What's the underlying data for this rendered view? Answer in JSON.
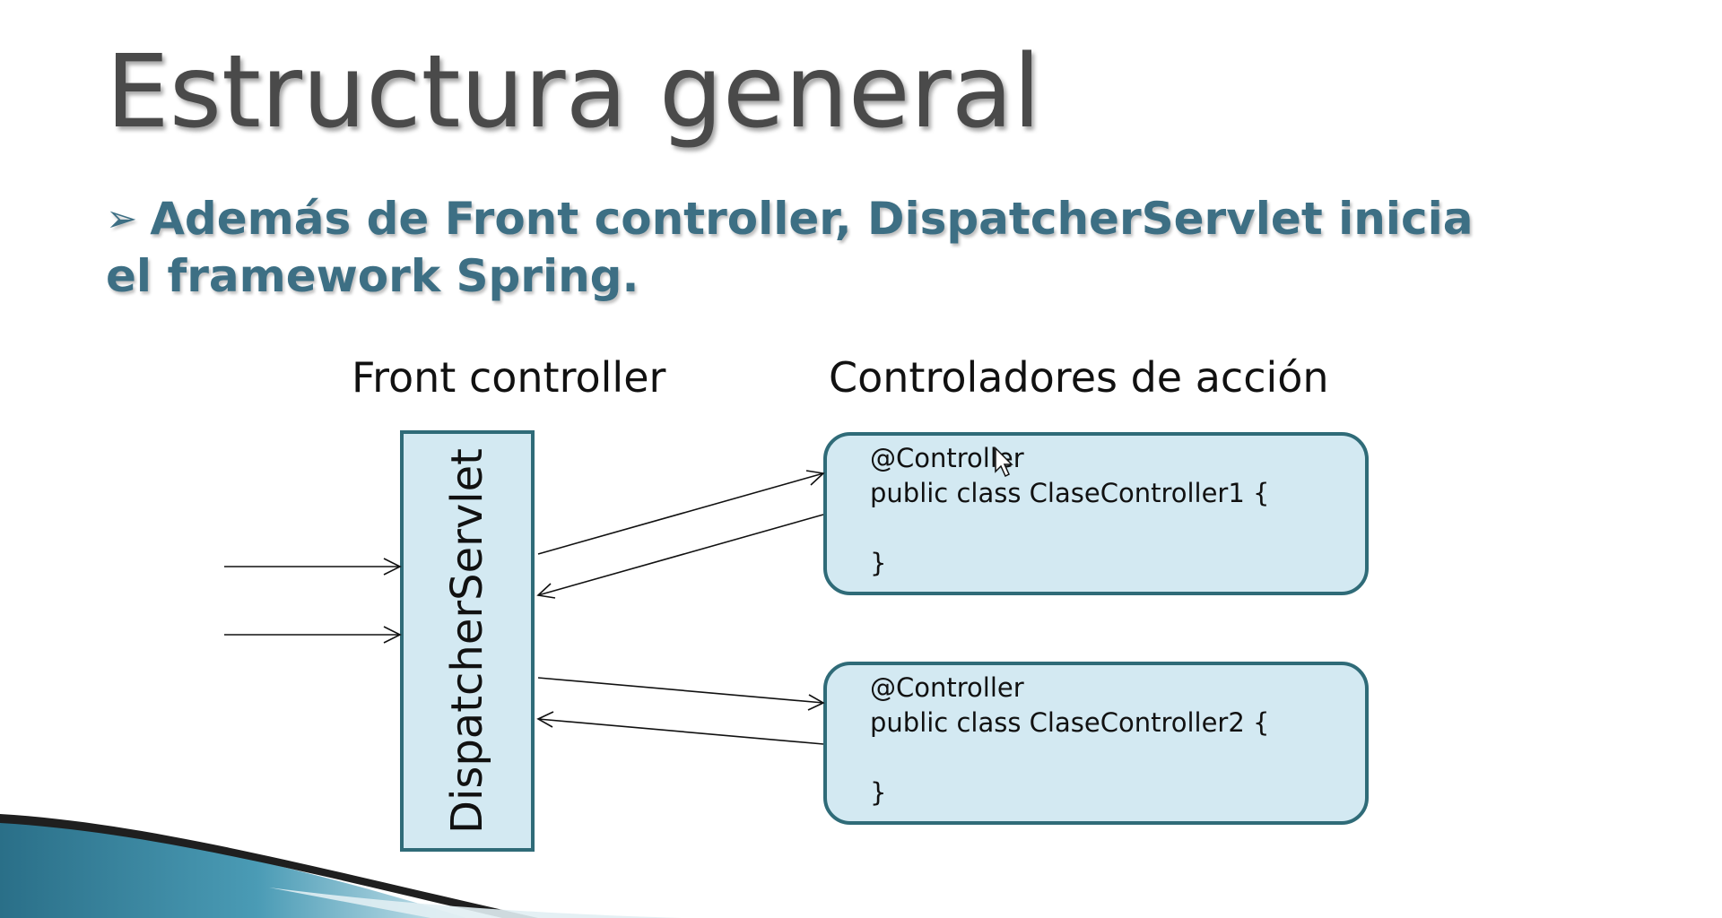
{
  "slide": {
    "title": "Estructura general",
    "bullet_marker": "➢",
    "bullet_text": "Además de Front controller, DispatcherServlet inicia el framework Spring."
  },
  "diagram": {
    "front_label": "Front controller",
    "action_label": "Controladores de acción",
    "servlet_label": "DispatcherServlet",
    "controllers": [
      {
        "annotation": "@Controller",
        "declaration": "public class ClaseController1 {",
        "closing": "}"
      },
      {
        "annotation": "@Controller",
        "declaration": "public class ClaseController2 {",
        "closing": "}"
      }
    ]
  },
  "colors": {
    "box_fill": "#d3e9f2",
    "box_border": "#2f6b78",
    "title": "#4a4a4a",
    "bullet": "#3d6f84"
  }
}
